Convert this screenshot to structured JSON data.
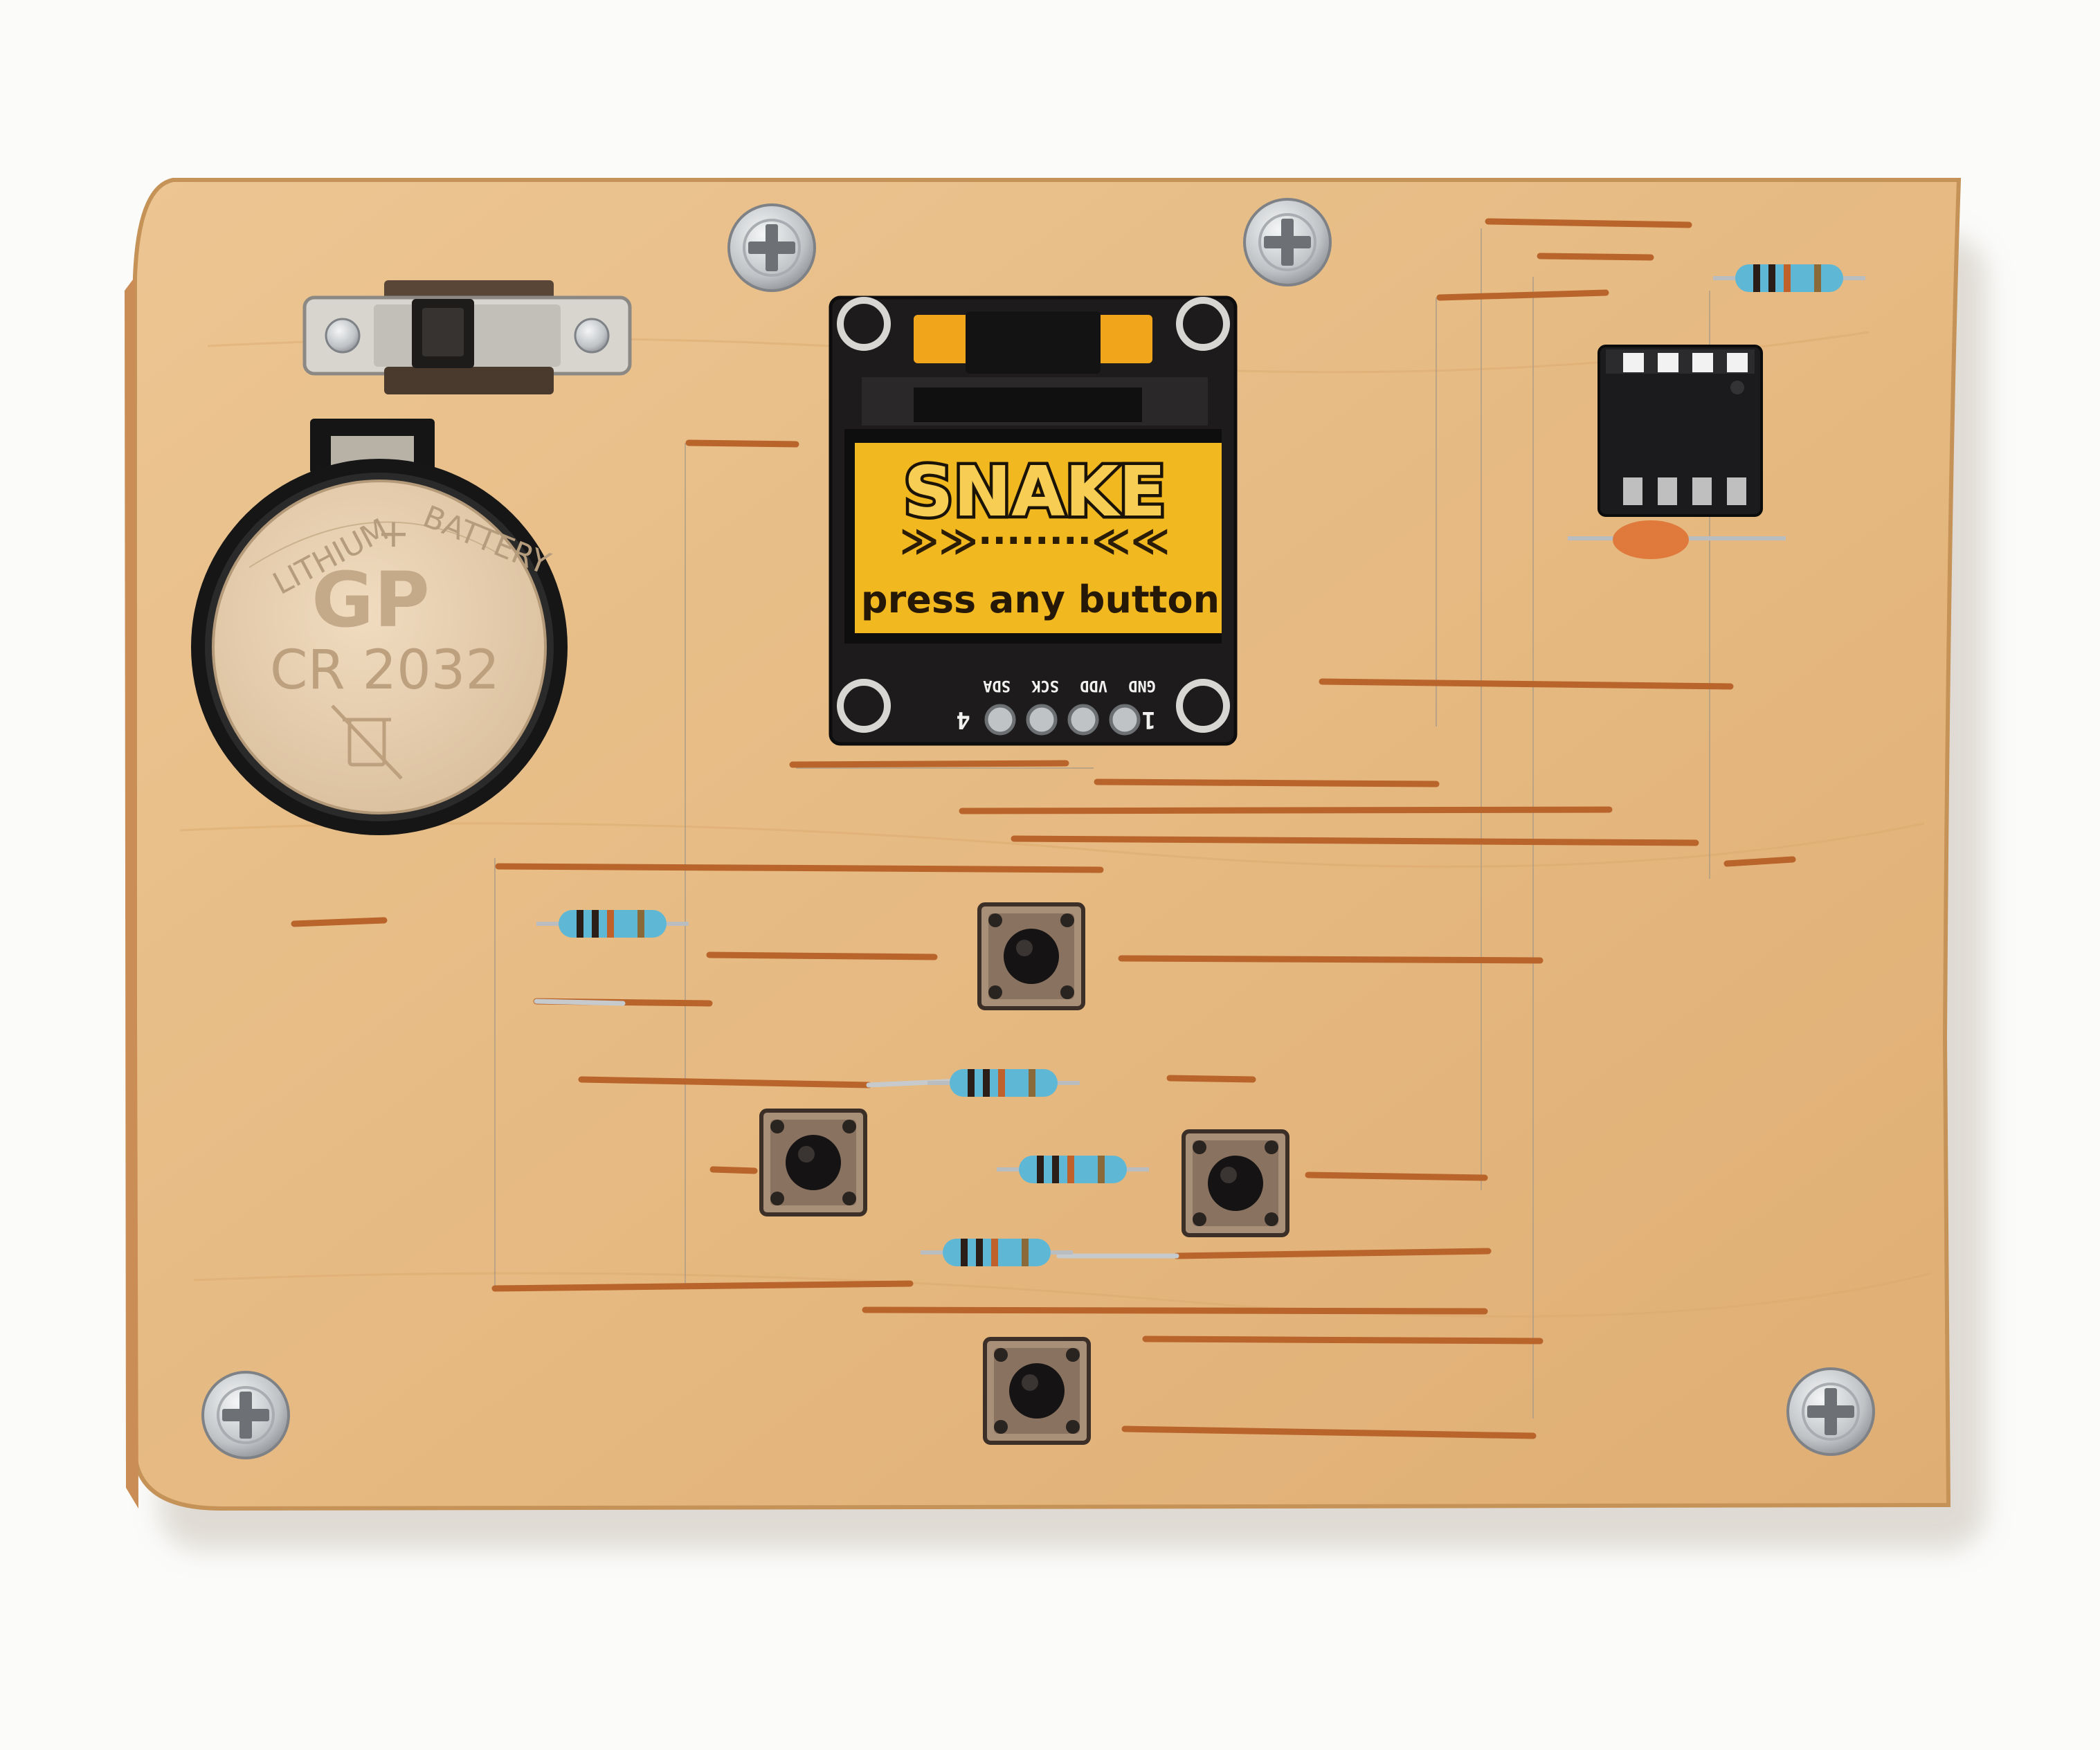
{
  "oled": {
    "title": "SNAKE",
    "decoration": "≫≫········≪≪",
    "prompt": "press any button",
    "pin_labels": [
      "GND",
      "VDD",
      "SCK",
      "SDA"
    ],
    "pin_number_left": "1",
    "pin_number_right": "4"
  },
  "battery": {
    "brand": "GP",
    "model": "CR 2032",
    "arc_left": "LITHIUM",
    "arc_plus": "+",
    "arc_right": "BATTERY"
  },
  "colors": {
    "wood": "#e7bd87",
    "wood_edge": "#c9955c",
    "screen_yellow": "#f2b820",
    "copper": "#b8642a",
    "resistor_blue": "#5fb7d6",
    "screw": "#cfd2d4",
    "ic_black": "#1b1b1d",
    "capacitor_orange": "#e07a3c"
  },
  "icons": [
    "phillips-screw-icon"
  ]
}
